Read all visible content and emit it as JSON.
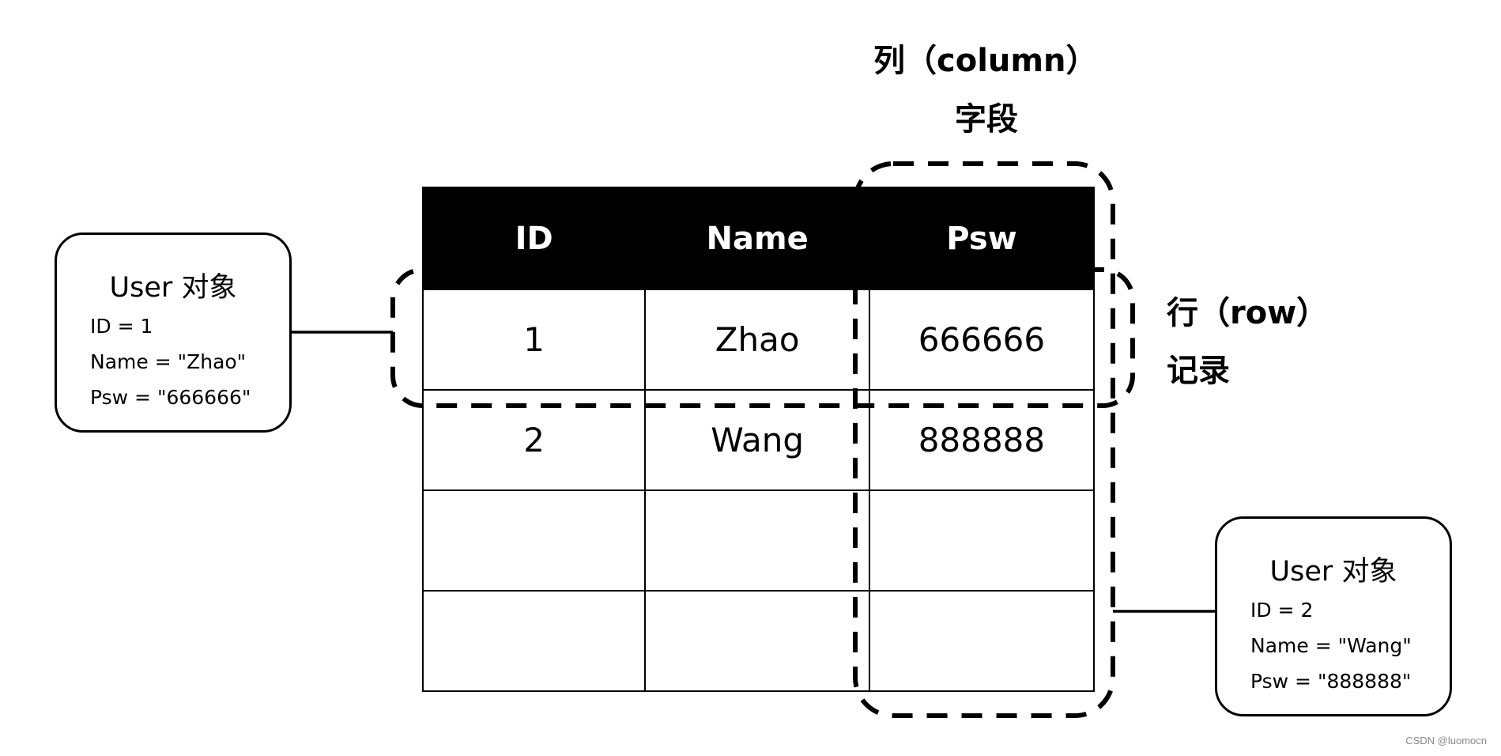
{
  "column_label": {
    "line1": "列（column）",
    "line2": "字段"
  },
  "row_label": {
    "line1": "行（row）",
    "line2": "记录"
  },
  "table": {
    "headers": [
      "ID",
      "Name",
      "Psw"
    ],
    "rows": [
      [
        "1",
        "Zhao",
        "666666"
      ],
      [
        "2",
        "Wang",
        "888888"
      ],
      [
        "",
        "",
        ""
      ],
      [
        "",
        "",
        ""
      ]
    ]
  },
  "objects": [
    {
      "title": "User 对象",
      "fields": [
        "ID = 1",
        "Name = \"Zhao\"",
        "Psw = \"666666\""
      ]
    },
    {
      "title": "User 对象",
      "fields": [
        "ID = 2",
        "Name = \"Wang\"",
        "Psw = \"888888\""
      ]
    }
  ],
  "colors": {
    "header_bg": "#000000",
    "header_text": "#ffffff",
    "line": "#000000",
    "watermark": "#888888"
  },
  "watermark": "CSDN @luomocn"
}
